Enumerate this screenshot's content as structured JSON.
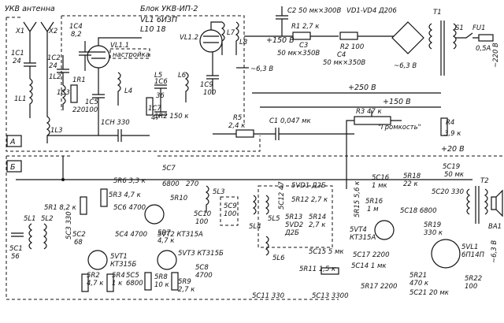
{
  "blocks": {
    "block_a": "А",
    "block_b": "Б",
    "vhf_block": "Блок УКВ-ИП-2",
    "antenna": "УКВ антенна"
  },
  "rails": {
    "v150": "+150 В",
    "v250": "+250 В",
    "v150b": "+150 В",
    "v20": "+20 В",
    "ac63_top": "~6,3 В",
    "ac63_mid": "~6,3 В",
    "ac63_right": "~6,3 В",
    "ac220": "~220 В"
  },
  "labels": {
    "volume": "\"Громкость\"",
    "tuning": "настройка",
    "x1": "X1",
    "x2": "X2",
    "c2": "C2  50 мк×300В",
    "vd": "VD1-VD4 Д206",
    "t1": "T1",
    "s1": "S1",
    "fu1": "FU1",
    "fu_val": "0,5А",
    "r1": "R1 2,7 к",
    "r2": "R2 100",
    "c3": "C3",
    "c3v": "50 мк×350В",
    "c4": "C4",
    "c4v": "50 мк×350В",
    "c1": "C1 0,047 мк",
    "r3": "R3 47 к",
    "r4": "R4",
    "r4v": "3,9 к",
    "vl1": "VL1 6И3П",
    "vl1_2": "VL1.2",
    "vl1_1": "VL1.1",
    "l10": "L10 18",
    "r5": "R5",
    "r5v": "2,4 к",
    "ic4": "1C4",
    "ic4v": "8,2",
    "ic1": "1C1",
    "ic1v": "24",
    "il1": "1L1",
    "ic2": "1C2",
    "ic2v": "24",
    "il2": "1L2",
    "ic3": "1C3",
    "ir1": "1R1",
    "ir1v": "220",
    "il3": "1L3",
    "ic5": "1C5",
    "ic5v": "100",
    "ich": "1CH  330",
    "il4": "L4",
    "il5": "L5",
    "il6": "L6",
    "il7": "L7",
    "il8": "L8",
    "ic6": "1C6",
    "ic6v": "36",
    "ic7": "1C7",
    "ic7v": "47",
    "ic9": "1C9",
    "ic9v": "100",
    "ir2": "1R2  150 к",
    "sr1": "5R1  8,2 к",
    "sr3": "5R3  4,7 к",
    "sr6": "5R6  3,3 к",
    "sc7": "5C7",
    "sc7v": "6800",
    "sc6": "5C6  4700",
    "sr10": "5R10",
    "sr10v": "270",
    "sl3": "5L3",
    "sc9": "5C9",
    "sc9v": "100",
    "sc10": "5C10",
    "sc10v": "100",
    "sc4": "5C4  4700",
    "sr7": "5R7",
    "sr7v": "4,7 к",
    "svt2": "5VT2 КТ315А",
    "svt3": "5VT3 КТ315Б",
    "svt1": "5VT1",
    "svt1v": "КТ315Б",
    "sr2": "5R2",
    "sr2v": "4,7 к",
    "sr4": "5R4",
    "sr4v": "1 к",
    "sc5": "5C5",
    "sc5v": "6800",
    "sr8": "5R8",
    "sr8v": "10 к",
    "sr9": "5R9",
    "sr9v": "2,7 к",
    "sc8": "5C8",
    "sc8v": "4700",
    "sl1": "5L1",
    "sl2": "5L2",
    "sc1": "5C1",
    "sc1v": "56",
    "sc2": "5C2",
    "sc2v": "68",
    "sc3": "5C3  330",
    "svd1": "5VD1  Д2Б",
    "svd2": "5VD2",
    "svd2v": "Д2Б",
    "sr12": "5R12  2,7 к",
    "sr13": "5R13",
    "sr14": "5R14",
    "sr14v": "2,7 к",
    "sc12": "5C12  47",
    "sl5": "5L5",
    "sl6": "5L6",
    "sl4": "5L4",
    "sc15": "5C15  5 мк",
    "sr11": "5R11  1,5 к",
    "sc11": "5C11  330",
    "sc13": "5C13  3300",
    "sc16": "5C16",
    "sc16v": "1 мк",
    "sr15": "5R15  5,6 к",
    "sr16": "5R16",
    "sr16v": "1 м",
    "svt4": "5VT4",
    "svt4v": "КТ315А",
    "sr18": "5R18",
    "sr18v": "22 к",
    "sc18": "5C18  6800",
    "sc20": "5C20  330",
    "sr19": "5R19",
    "sr19v": "330 к",
    "sc19": "5C19",
    "sc19v": "50 мк",
    "sc17": "5C17  2200",
    "sc14": "5C14  1 мк",
    "sr17": "5R17  2200",
    "sr21": "5R21",
    "sr21v": "470 к",
    "sc21": "5C21  20 мк",
    "svl1": "5VL1",
    "svl1v": "6П14П",
    "sr22": "5R22",
    "sr22v": "100",
    "t2": "T2",
    "ba1": "BA1"
  }
}
